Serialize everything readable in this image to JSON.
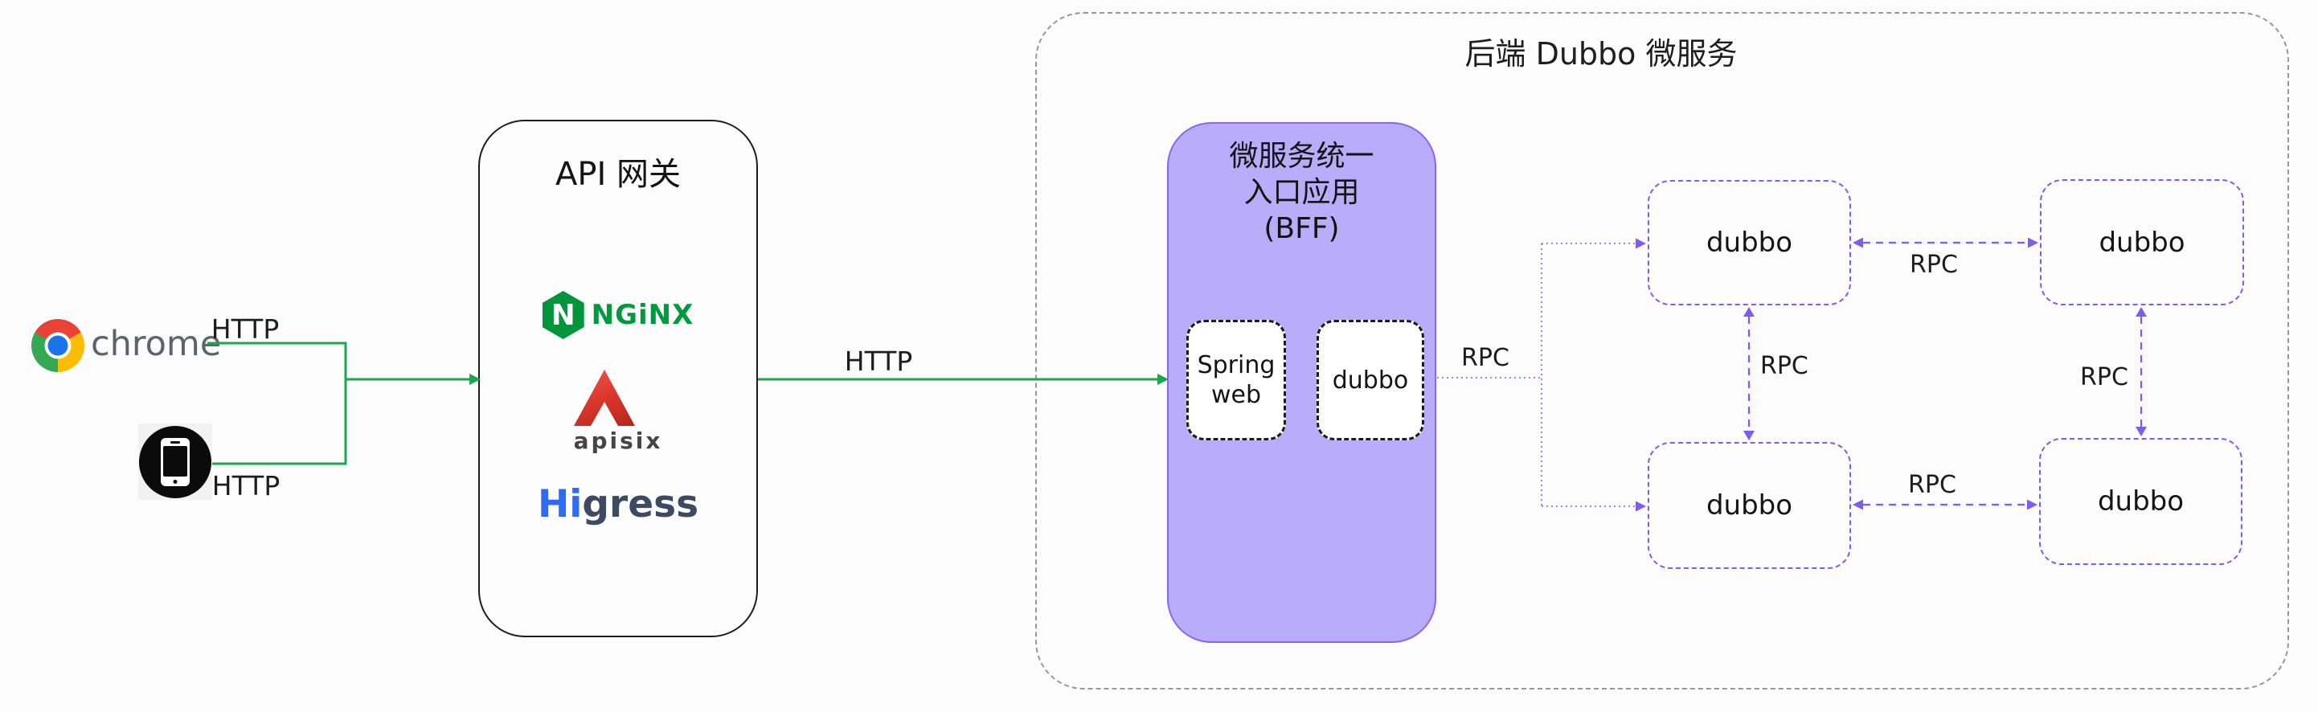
{
  "clients": {
    "chrome_label": "chrome",
    "http_top": "HTTP",
    "http_bottom": "HTTP"
  },
  "gateway": {
    "title": "API 网关",
    "http_out": "HTTP",
    "logos": {
      "nginx_n": "N",
      "nginx_text": "NGiNX",
      "apisix_text": "apisix",
      "higress_hi": "Hi",
      "higress_rest": "gress"
    }
  },
  "backend": {
    "title": "后端 Dubbo 微服务",
    "bff": {
      "line1": "微服务统一",
      "line2": "入口应用",
      "line3": "(BFF)",
      "spring_line1": "Spring",
      "spring_line2": "web",
      "dubbo_label": "dubbo"
    },
    "rpc": {
      "fork": "RPC",
      "top": "RPC",
      "left": "RPC",
      "right": "RPC",
      "bottom": "RPC"
    },
    "nodes": {
      "tl": "dubbo",
      "tr": "dubbo",
      "bl": "dubbo",
      "br": "dubbo"
    }
  },
  "colors": {
    "arrow_green": "#1ba750",
    "rpc_purple": "#7e5bf3",
    "rpc_dotted": "#8f76f4",
    "bff_fill": "#b9adfb",
    "bff_border": "#8b65ee",
    "container_dash": "#979797",
    "nginx_green": "#00953b",
    "apisix_red": "#d8352a",
    "higress_blue": "#2e6bf6",
    "chrome_text_gray": "#5f6368"
  }
}
